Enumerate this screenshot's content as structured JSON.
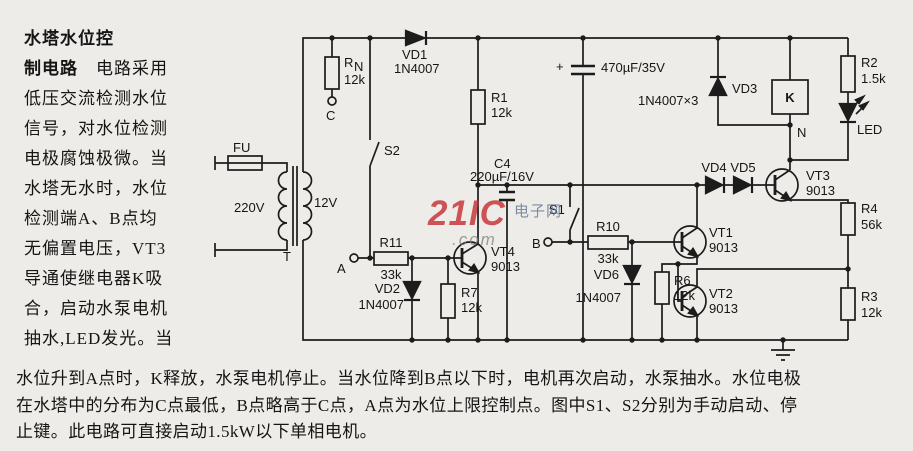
{
  "left_paragraph": {
    "title_part1": "水塔水位控",
    "title_part2": "制电路",
    "line2_rest": "　电路采用",
    "lines": [
      "低压交流检测水位",
      "信号，对水位检测",
      "电极腐蚀极微。当",
      "水塔无水时，水位",
      "检测端A、B点均",
      "无偏置电压，VT3",
      "导通使继电器K吸",
      "合，启动水泵电机",
      "抽水,LED发光。当"
    ]
  },
  "bottom_paragraph": {
    "lines": [
      "水位升到A点时，K释放，水泵电机停止。当水位降到B点以下时，电机再次启动，水泵抽水。水位电极",
      "在水塔中的分布为C点最低，B点略高于C点，A点为水位上限控制点。图中S1、S2分别为手动启动、停",
      "止键。此电路可直接启动1.5kW以下单相电机。"
    ]
  },
  "watermark": {
    "brand": "21IC",
    "cn": "电子网",
    "suffix": ".com"
  },
  "schematic": {
    "fuse": "FU",
    "primary_voltage": "220V",
    "secondary_voltage": "12V",
    "transformer": "T",
    "rn_base": "R",
    "rn_sub": "N",
    "rn_value": "12k",
    "point_c": "C",
    "s2": "S2",
    "vd1": "VD1",
    "vd1_value": "1N4007",
    "r1": "R1",
    "r1_value": "12k",
    "plus": "+",
    "filter_cap_value": "470µF/35V",
    "diode_note": "1N4007×3",
    "vd3": "VD3",
    "relay": "K",
    "point_n": "N",
    "r2": "R2",
    "r2_value": "1.5k",
    "led": "LED",
    "c4": "C4",
    "c4_value": "220µF/16V",
    "s1": "S1",
    "point_b": "B",
    "r10": "R10",
    "r10_value": "33k",
    "vt1": "VT1",
    "vt1_value": "9013",
    "vd4": "VD4",
    "vd5": "VD5",
    "vt3": "VT3",
    "vt3_value": "9013",
    "r4": "R4",
    "r4_value": "56k",
    "point_a": "A",
    "r11": "R11",
    "r11_value": "33k",
    "vt4": "VT4",
    "vt4_value": "9013",
    "vd2": "VD2",
    "vd2_value": "1N4007",
    "r7": "R7",
    "r7_value": "12k",
    "vd6": "VD6",
    "vd6_value": "1N4007",
    "r6": "R6",
    "r6_value": "12k",
    "vt2": "VT2",
    "vt2_value": "9013",
    "r3": "R3",
    "r3_value": "12k"
  }
}
